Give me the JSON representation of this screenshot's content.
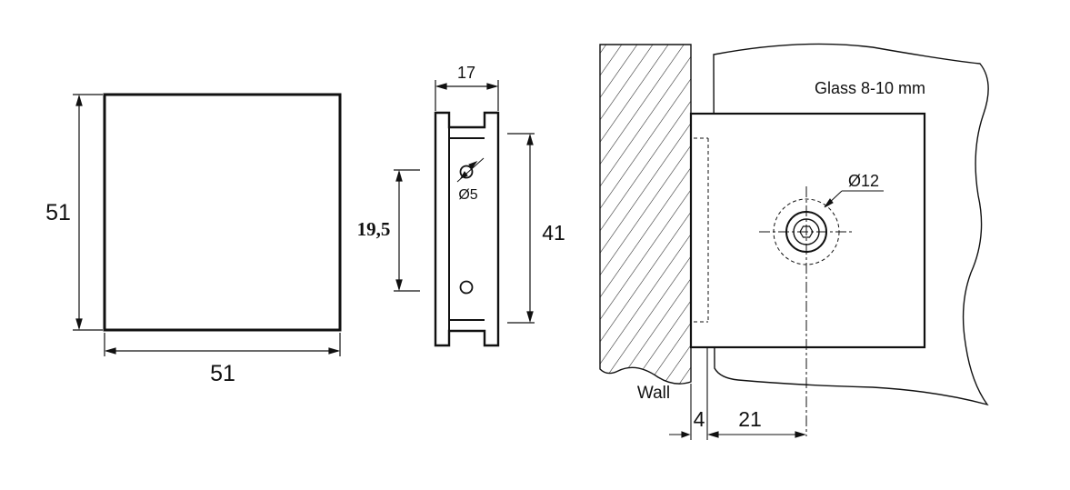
{
  "front_view": {
    "width_label": "51",
    "height_label": "51"
  },
  "side_view": {
    "width_label": "17",
    "hole_diameter_label": "Ø5",
    "hole_spacing_label": "19,5",
    "slot_height_label": "41"
  },
  "install_view": {
    "glass_label": "Glass 8-10 mm",
    "screw_cap_label": "Ø12",
    "wall_label": "Wall",
    "gap_label": "4",
    "offset_label": "21"
  }
}
